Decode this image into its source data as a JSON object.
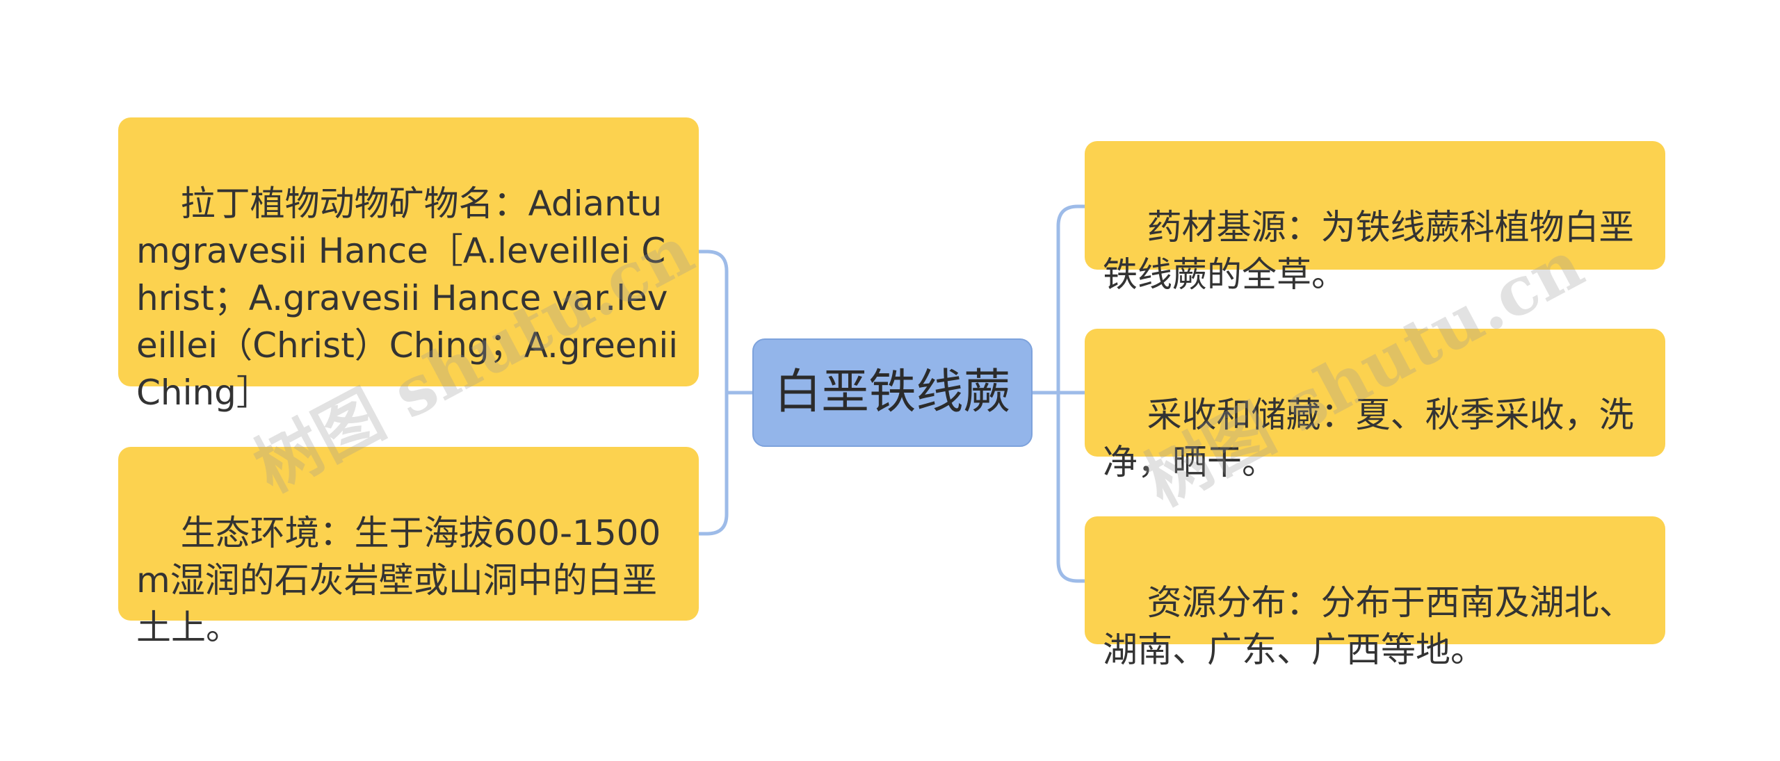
{
  "root": {
    "label": "白垩铁线蕨"
  },
  "left_nodes": [
    {
      "text": "拉丁植物动物矿物名：Adiantumgravesii Hance［A.leveillei Christ；A.gravesii Hance var.leveillei（Christ）Ching；A.greenii Ching］"
    },
    {
      "text": "生态环境：生于海拔600-1500m湿润的石灰岩壁或山洞中的白垩土上。"
    }
  ],
  "right_nodes": [
    {
      "text": "药材基源：为铁线蕨科植物白垩铁线蕨的全草。"
    },
    {
      "text": "采收和储藏：夏、秋季采收，洗净，晒干。"
    },
    {
      "text": "资源分布：分布于西南及湖北、湖南、广东、广西等地。"
    }
  ],
  "watermark": {
    "text": "树图 shutu.cn"
  },
  "colors": {
    "branch_node": "#fcd24f",
    "center_node": "#93b5ea",
    "connector": "#9dbbe8"
  }
}
